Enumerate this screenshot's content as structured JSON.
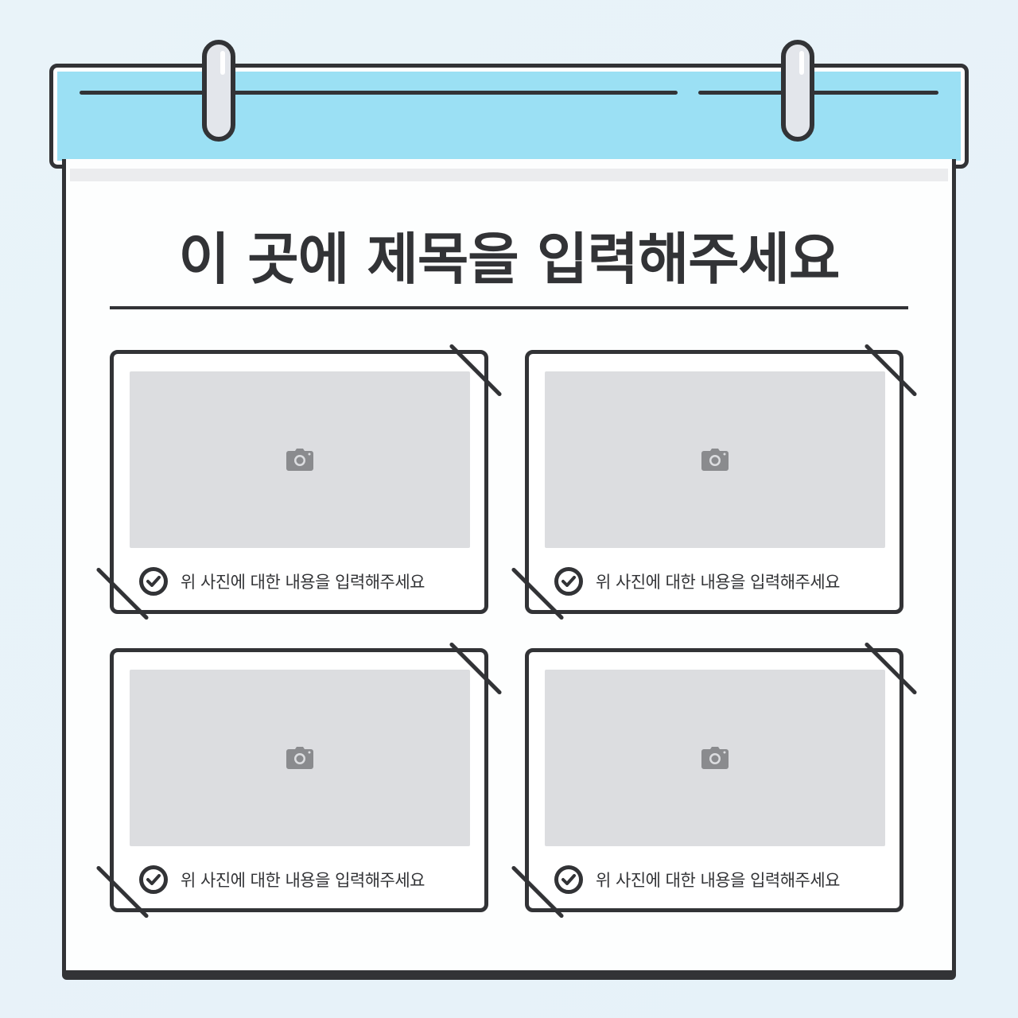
{
  "colors": {
    "background": "#e8f3f9",
    "header_fill": "#9be0f4",
    "outline": "#323336",
    "ring_fill": "#e3e6eb",
    "photo_placeholder": "#dcdde0",
    "camera_icon": "#8a8b8e"
  },
  "header": {
    "rings": [
      "ring-left",
      "ring-right"
    ]
  },
  "title": "이 곳에 제목을 입력해주세요",
  "cards": [
    {
      "icon": "camera-icon",
      "caption": "위 사진에 대한 내용을 입력해주세요"
    },
    {
      "icon": "camera-icon",
      "caption": "위 사진에 대한 내용을 입력해주세요"
    },
    {
      "icon": "camera-icon",
      "caption": "위 사진에 대한 내용을 입력해주세요"
    },
    {
      "icon": "camera-icon",
      "caption": "위 사진에 대한 내용을 입력해주세요"
    }
  ]
}
